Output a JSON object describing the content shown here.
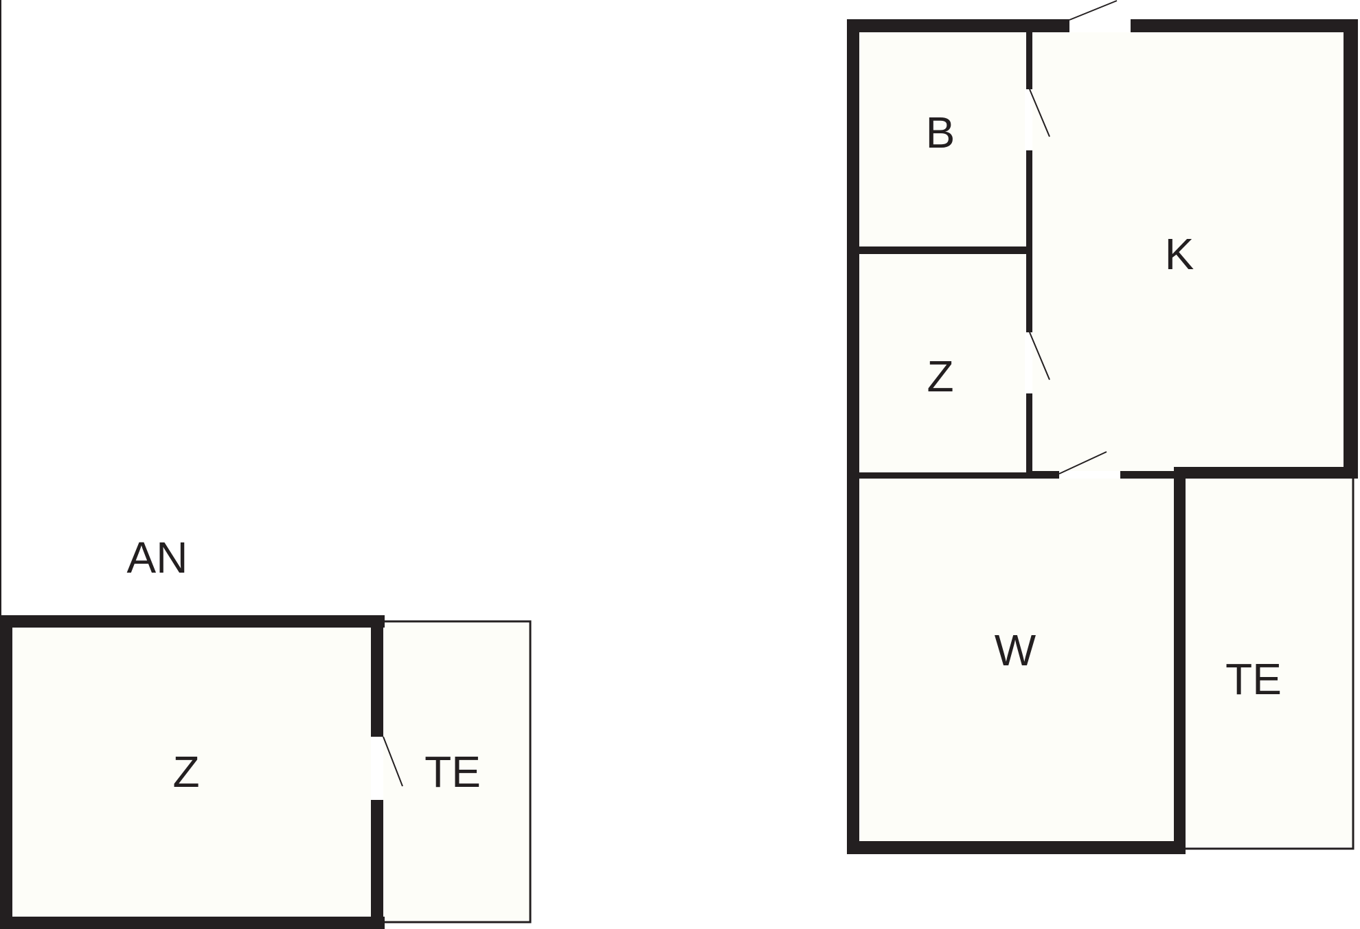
{
  "annex_label": "AN",
  "rooms": {
    "annex_z": "Z",
    "annex_te": "TE",
    "b": "B",
    "k": "K",
    "z": "Z",
    "w": "W",
    "te": "TE"
  },
  "colors": {
    "wall": "#231f20",
    "room_fill": "#fdfdf8",
    "background": "#ffffff"
  }
}
